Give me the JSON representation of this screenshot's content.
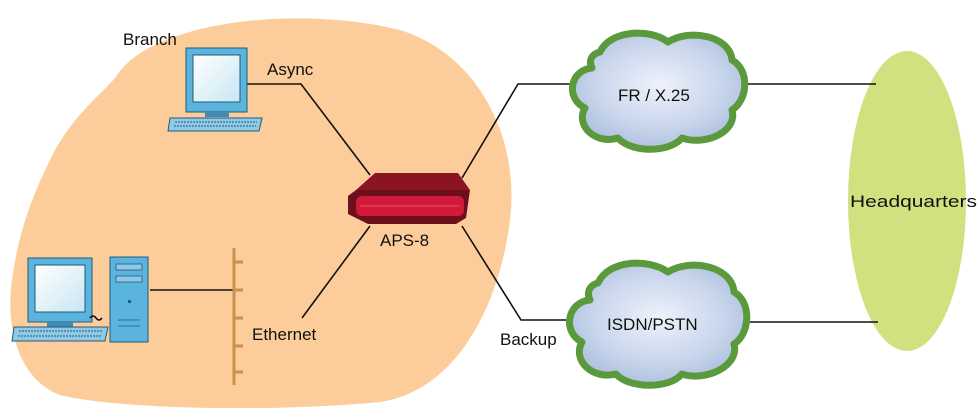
{
  "labels": {
    "branch": "Branch",
    "async": "Async",
    "aps": "APS-8",
    "ethernet": "Ethernet",
    "backup": "Backup",
    "fr": "FR / X.25",
    "isdn": "ISDN/PSTN",
    "hq": "Headquarters"
  },
  "colors": {
    "branch_zone": "#fccd9a",
    "hq_ellipse": "#d2e07f",
    "cloud_edge": "#5a9a3c",
    "cloud_fill": "#c9d6ec",
    "router_dark": "#6e0f1c",
    "router_light": "#d11a3a",
    "ethernet_bus": "#c8924a",
    "monitor": "#5ab4de",
    "line": "#111111"
  }
}
